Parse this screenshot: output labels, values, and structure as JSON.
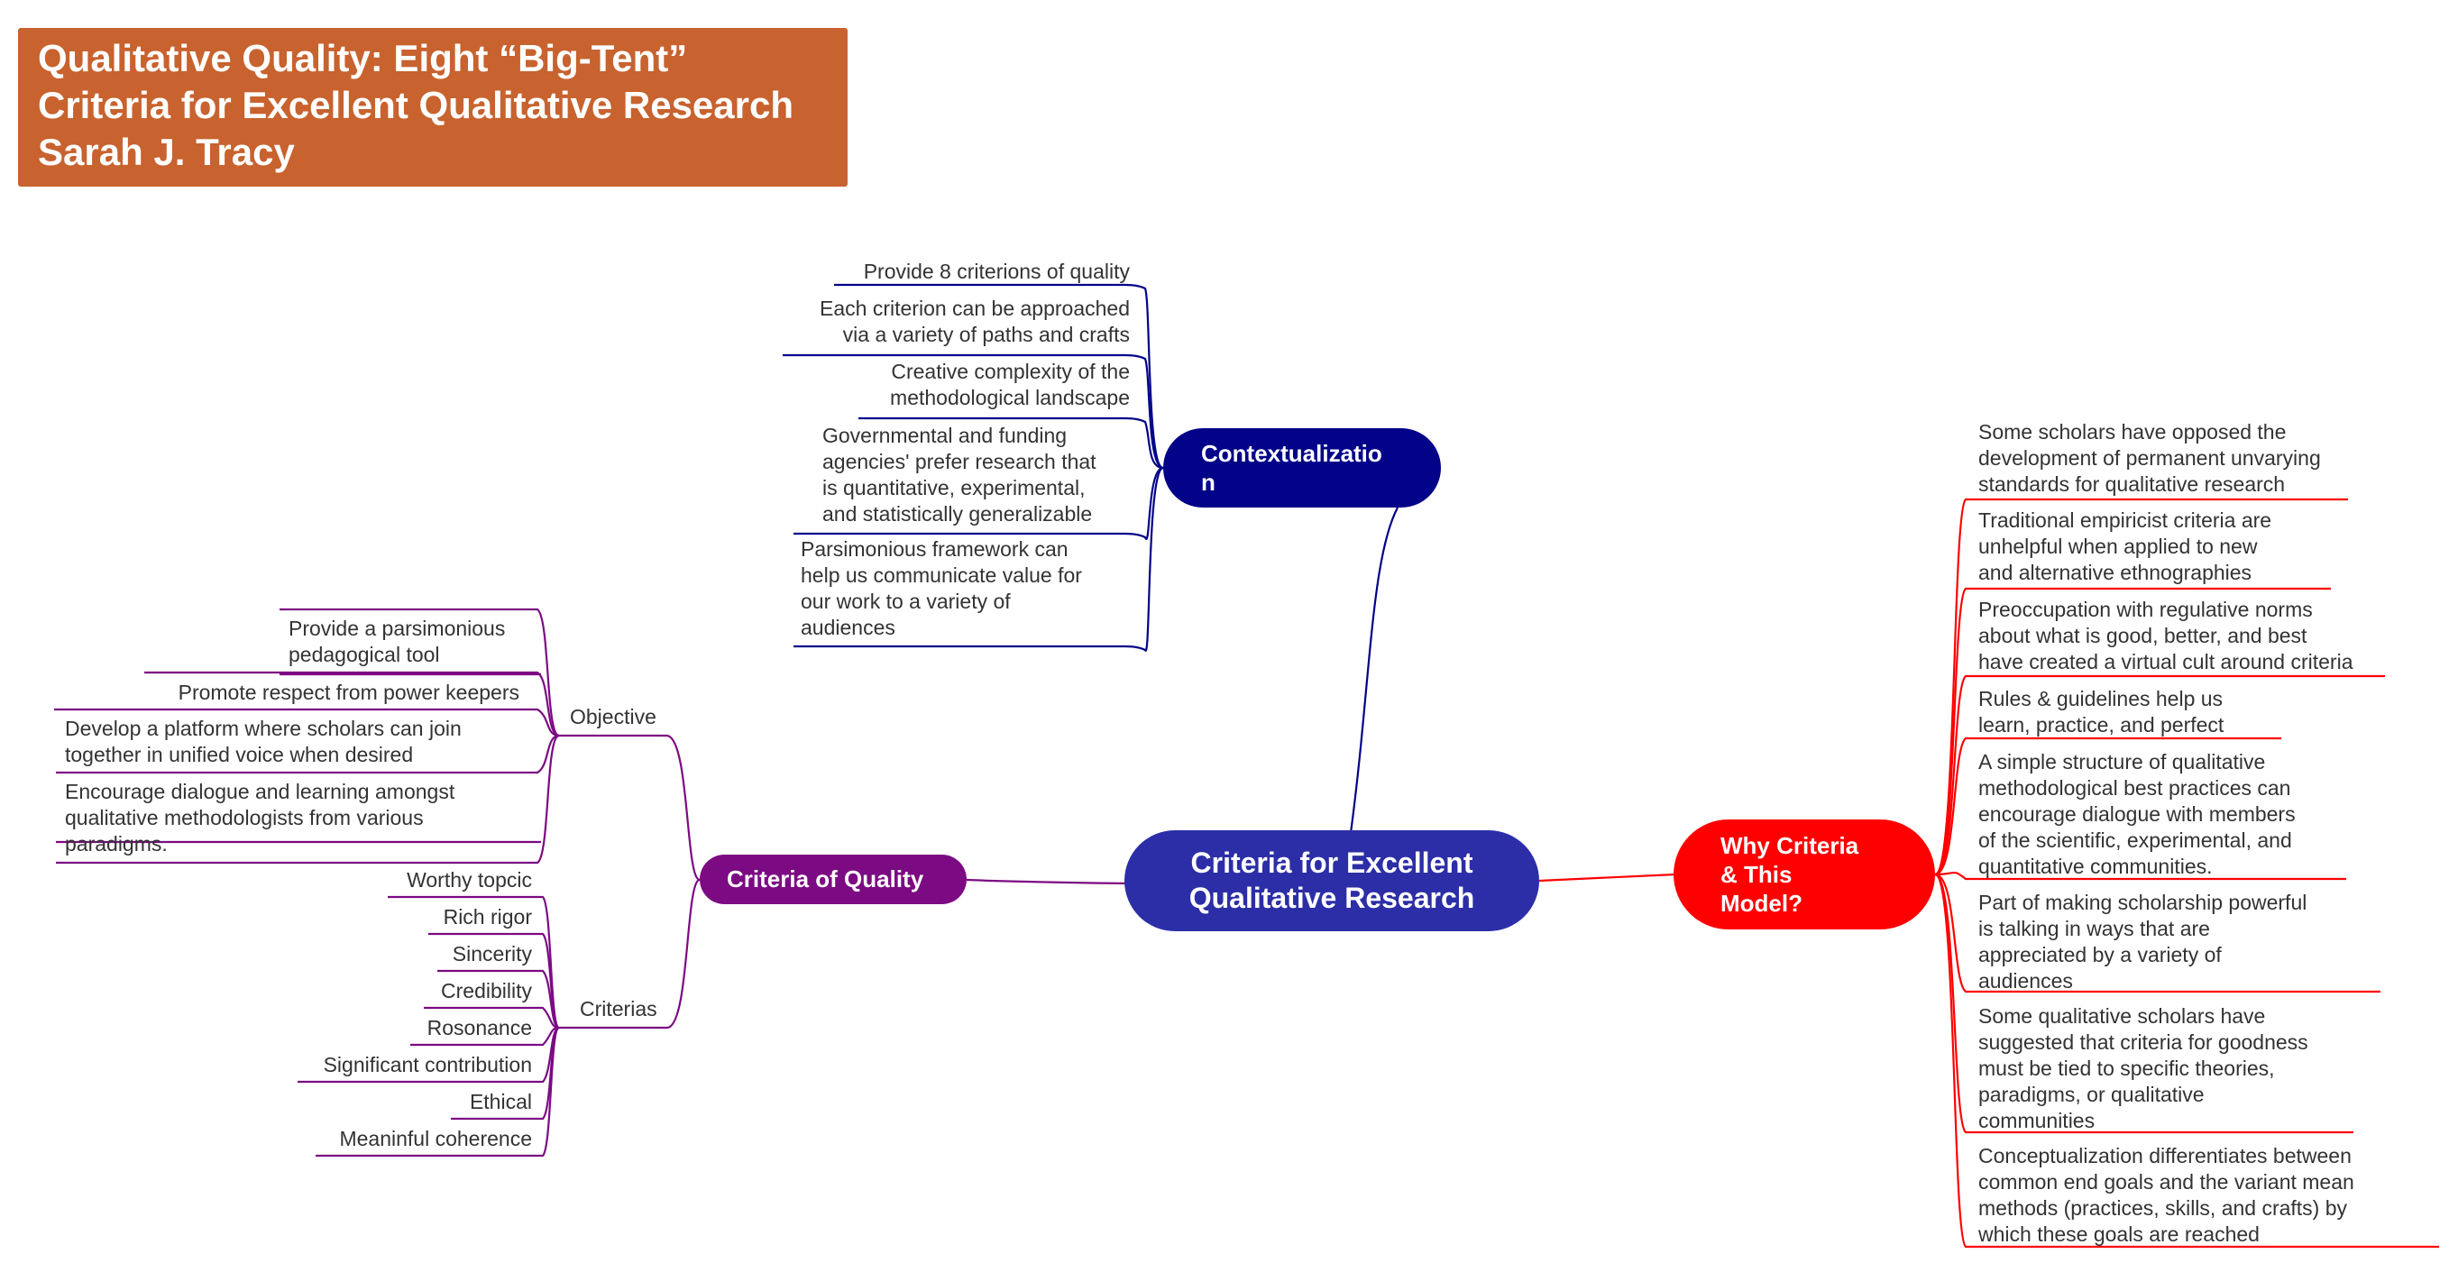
{
  "title": {
    "line1": "Qualitative Quality: Eight “Big-Tent”",
    "line2": "Criteria for Excellent Qualitative Research",
    "line3": "Sarah J. Tracy"
  },
  "colors": {
    "title_bg": "#c8622e",
    "central": "#2c2ea7",
    "contextualization": "#020388",
    "criteria_of_quality": "#7c0a83",
    "why": "#ff0000",
    "text": "#333333"
  },
  "central": "Criteria for Excellent\nQualitative Research",
  "contextualization": {
    "label": "Contextualizatio\nn",
    "items": [
      "Provide 8 criterions of quality",
      "Each criterion can be approached\nvia a variety of paths and crafts",
      "Creative complexity of the\nmethodological landscape",
      "Governmental and funding\nagencies' prefer research that\nis quantitative, experimental,\nand statistically generalizable",
      "Parsimonious framework  can\nhelp us communicate value for\nour work to a variety of\naudiences"
    ]
  },
  "criteria_of_quality": {
    "label": "Criteria of Quality",
    "objective": {
      "label": "Objective",
      "items": [
        "Provide a parsimonious\npedagogical tool",
        "Promote respect from power keepers",
        "Develop a platform where scholars can join\ntogether in unified voice when desired",
        "Encourage dialogue and learning amongst\nqualitative methodologists from various\nparadigms."
      ]
    },
    "criterias": {
      "label": "Criterias",
      "items": [
        "Worthy topcic",
        "Rich rigor",
        "Sincerity",
        "Credibility",
        "Rosonance",
        "Significant contribution",
        "Ethical",
        "Meaninful coherence"
      ]
    }
  },
  "why": {
    "label": "Why Criteria\n& This\nModel?",
    "items": [
      "Some scholars have opposed the\ndevelopment of permanent unvarying\nstandards for qualitative research",
      "Traditional empiricist criteria are\nunhelpful when applied to new\nand alternative ethnographies",
      "Preoccupation with regulative norms\nabout what is good, better, and best\nhave created a virtual cult around criteria",
      "Rules & guidelines help us\nlearn, practice, and perfect",
      "A simple structure of qualitative\nmethodological best practices can\nencourage dialogue with members\nof the scientific, experimental, and\nquantitative communities.",
      "Part of making scholarship powerful\nis talking in ways that are\nappreciated by a variety of\naudiences",
      "Some qualitative scholars have\nsuggested that criteria for goodness\nmust be tied to specific theories,\nparadigms, or qualitative\ncommunities",
      "Conceptualization differentiates between\ncommon end goals and the variant mean\nmethods (practices, skills, and crafts) by\nwhich  these  goals  are  reached"
    ]
  }
}
